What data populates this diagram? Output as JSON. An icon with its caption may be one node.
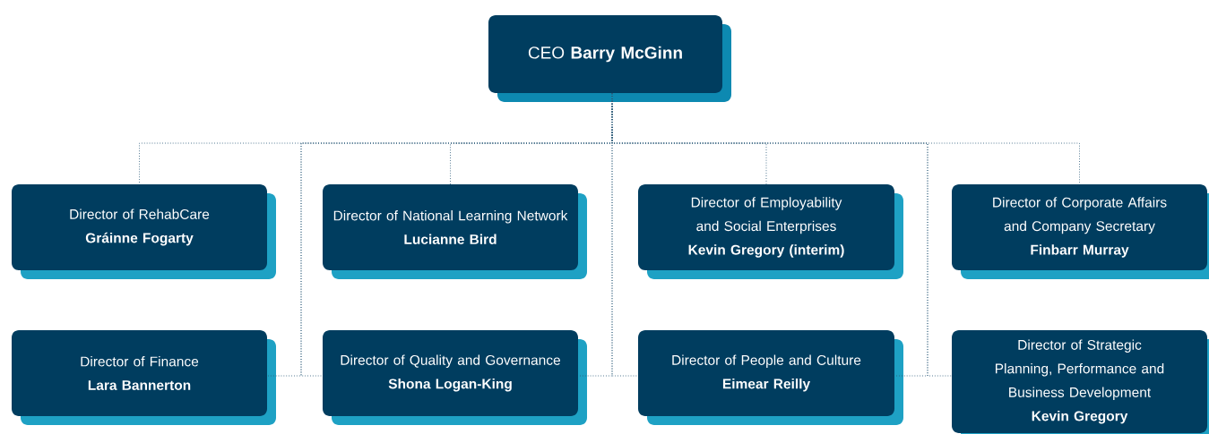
{
  "diagram": {
    "nodes": [
      {
        "text": [
          "CEO **Barry McGinn**"
        ]
      },
      {
        "text": [
          "Director of RehabCare",
          "Gráinne Fogarty"
        ]
      },
      {
        "text": [
          "Director of National Learning Network",
          "Lucianne Bird"
        ]
      },
      {
        "text": [
          "Director of Employability and Social Enterprises",
          "Kevin Gregory (interim)"
        ]
      },
      {
        "text": [
          "Director of Corporate Affairs and Company Secretary",
          "Finbarr Murray"
        ]
      },
      {
        "text": [
          "Director of Finance",
          "Lara Bannerton"
        ]
      },
      {
        "text": [
          "Director of Quality and Governance",
          "Shona Logan-King"
        ]
      },
      {
        "text": [
          "Director of People and Culture",
          "Eimear Reilly"
        ]
      },
      {
        "text": [
          "Director of Strategic Planning, Performance and Business Development",
          "Kevin Gregory"
        ]
      }
    ],
    "edges": [
      {
        "from": 0,
        "to": 1,
        "arrow": "none"
      },
      {
        "from": 0,
        "to": 2,
        "arrow": "none"
      },
      {
        "from": 0,
        "to": 3,
        "arrow": "none"
      },
      {
        "from": 0,
        "to": 4,
        "arrow": "none"
      },
      {
        "from": 0,
        "to": 5,
        "arrow": "none"
      },
      {
        "from": 0,
        "to": 6,
        "arrow": "none"
      },
      {
        "from": 0,
        "to": 6,
        "arrow": "none"
      },
      {
        "from": 0,
        "to": 7,
        "arrow": "none"
      },
      {
        "from": 0,
        "to": 7,
        "arrow": "none"
      },
      {
        "from": 0,
        "to": 8,
        "arrow": "none"
      }
    ]
  }
}
